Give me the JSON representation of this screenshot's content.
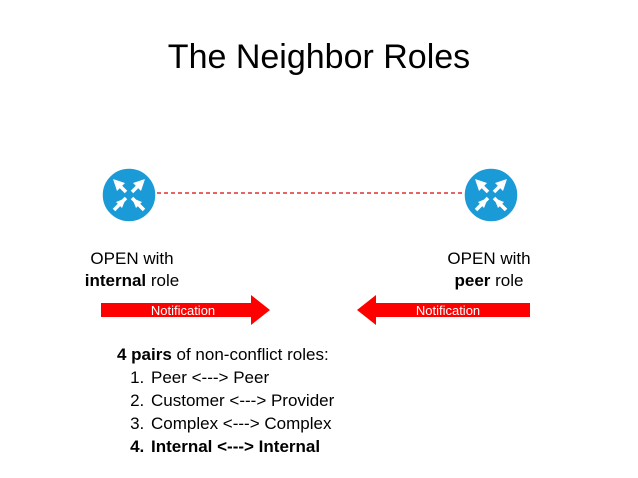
{
  "slide": {
    "title": "The Neighbor Roles"
  },
  "left_router": {
    "icon": "router-icon",
    "color": "#1a9ad6",
    "label_line1": "OPEN with",
    "label_role": "internal",
    "label_suffix": " role"
  },
  "right_router": {
    "icon": "router-icon",
    "color": "#1a9ad6",
    "label_line1": "OPEN with",
    "label_role": "peer",
    "label_suffix": " role"
  },
  "link": {
    "style": "dashed",
    "color": "#e03030"
  },
  "arrows": {
    "left_label": "Notification",
    "right_label": "Notification",
    "color": "#ff0000"
  },
  "pairs": {
    "heading_bold": "4 pairs",
    "heading_rest": " of non-conflict roles:",
    "items": [
      {
        "text": "Peer <---> Peer",
        "bold": false
      },
      {
        "text": "Customer <---> Provider",
        "bold": false
      },
      {
        "text": "Complex <---> Complex",
        "bold": false
      },
      {
        "text": "Internal <---> Internal",
        "bold": true
      }
    ]
  }
}
